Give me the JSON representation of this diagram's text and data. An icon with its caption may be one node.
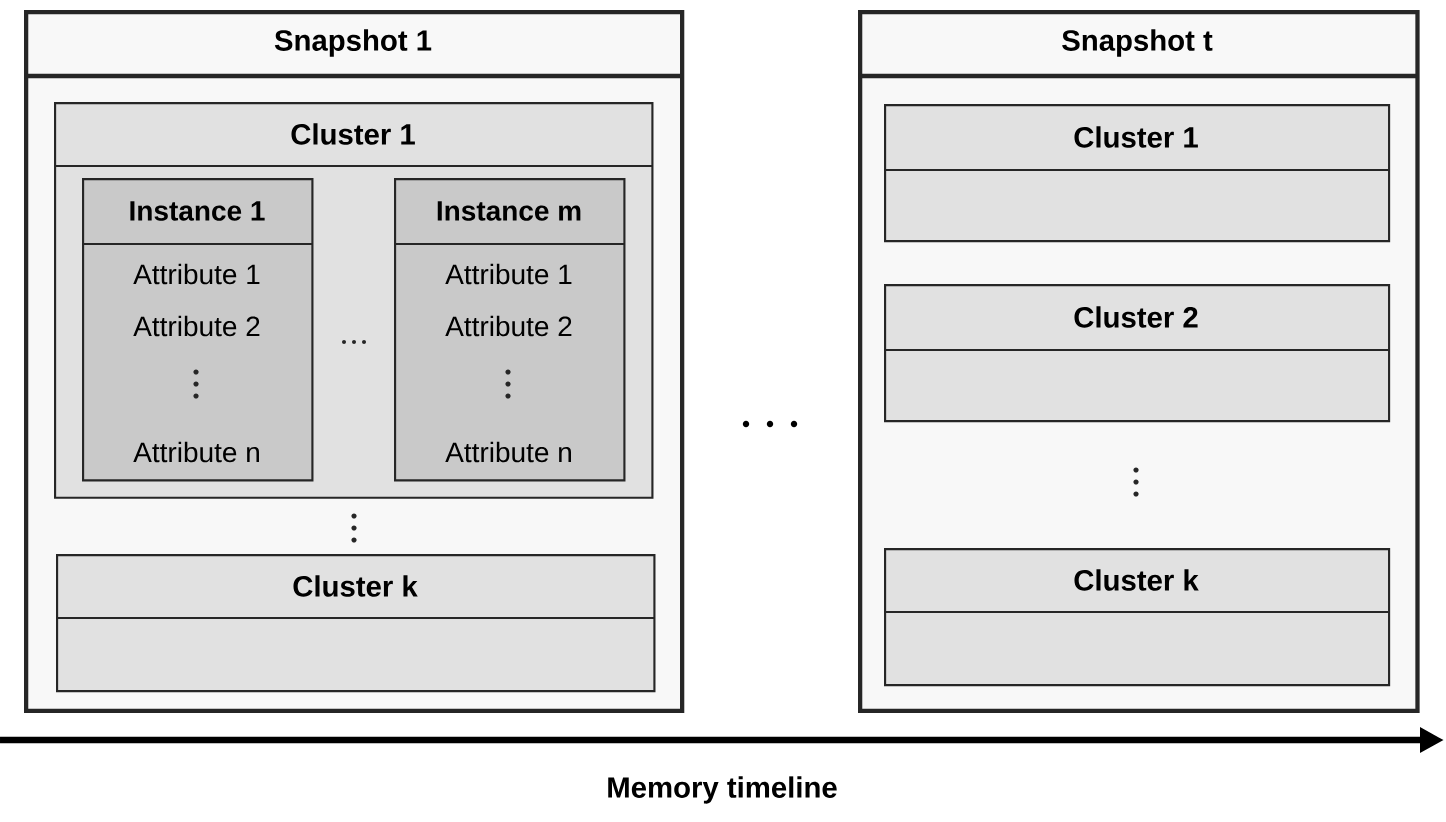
{
  "diagram": {
    "nodes": [
      {
        "text": [
          "Snapshot 1"
        ]
      },
      {
        "text": [
          "Cluster 1"
        ],
        "in": 0
      },
      {
        "text": [
          "Instance 1",
          "Attribute 1",
          "Attribute 2",
          "Attribute n"
        ],
        "in": 1
      },
      {
        "text": [
          "Instance m",
          "Attribute 1",
          "Attribute 2",
          "Attribute n"
        ],
        "in": 1
      },
      {
        "text": [
          "Cluster k"
        ],
        "in": 0
      },
      {
        "text": [
          "Snapshot t"
        ]
      },
      {
        "text": [
          "Cluster 1"
        ],
        "in": 5
      },
      {
        "text": [
          "Cluster 2"
        ],
        "in": 5
      },
      {
        "text": [
          "Cluster k"
        ],
        "in": 5
      }
    ],
    "labels": [
      "Memory timeline"
    ]
  }
}
